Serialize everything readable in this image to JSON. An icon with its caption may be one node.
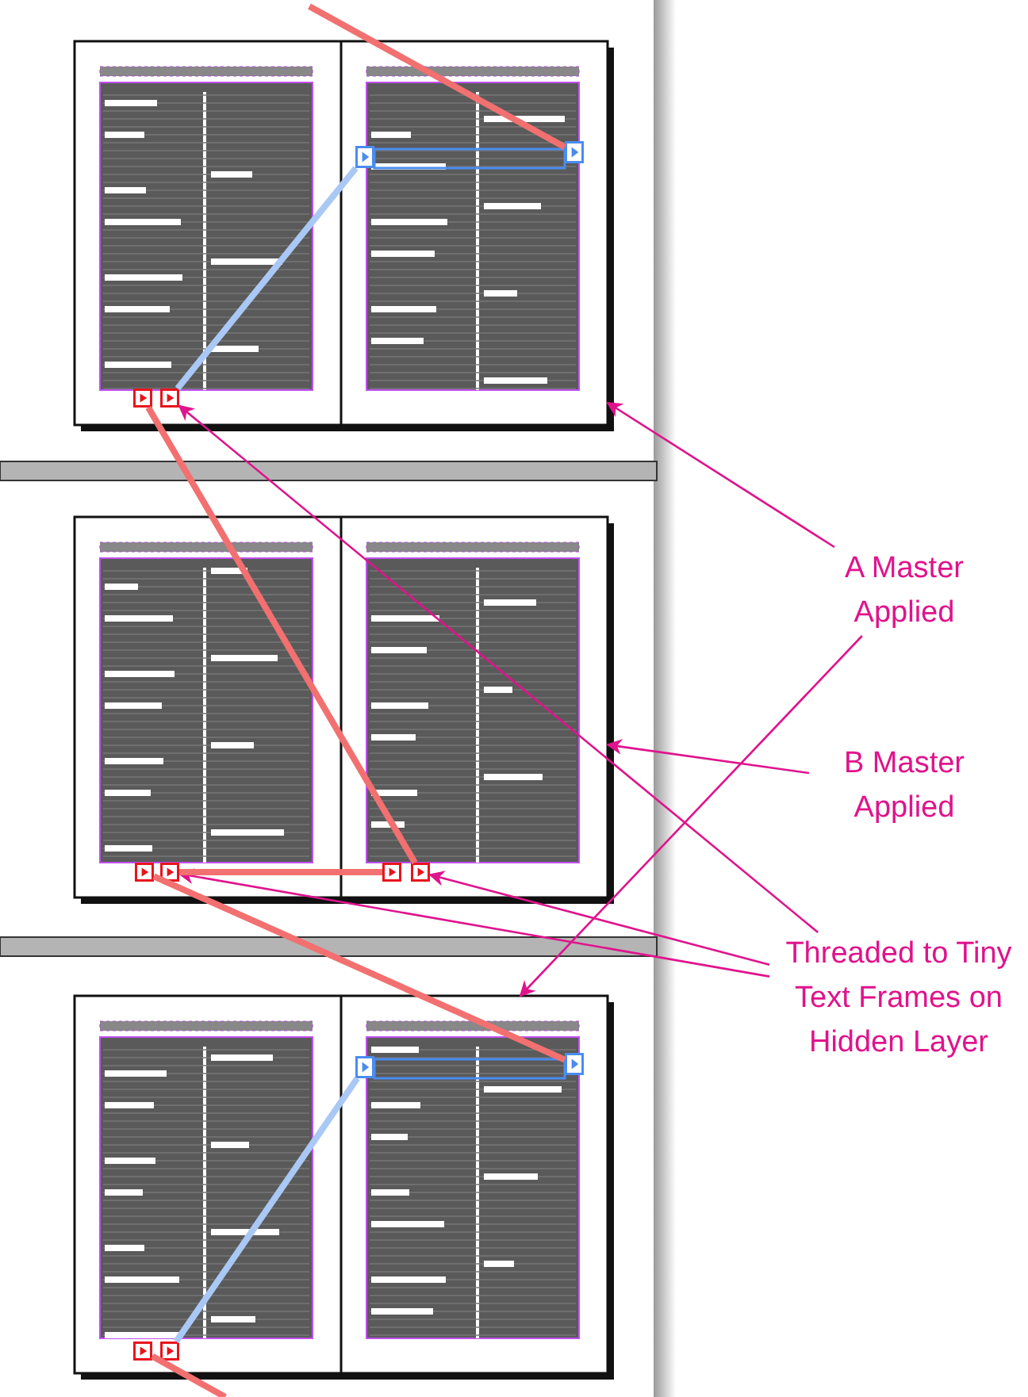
{
  "diagram": {
    "nodes": [
      {
        "text": [],
        "shape": "picture"
      },
      {
        "text": [],
        "shape": "box",
        "in": 0
      },
      {
        "text": [],
        "shape": "box",
        "in": 0
      },
      {
        "text": [],
        "shape": "box",
        "in": 0
      },
      {
        "text": [],
        "shape": "box",
        "in": 0
      },
      {
        "text": [],
        "shape": "picture"
      },
      {
        "text": [],
        "shape": "box",
        "in": 5
      },
      {
        "text": [],
        "shape": "box",
        "in": 5
      },
      {
        "text": [],
        "shape": "box",
        "in": 5
      },
      {
        "text": [],
        "shape": "box",
        "in": 5
      },
      {
        "text": [],
        "shape": "picture"
      },
      {
        "text": [],
        "shape": "box",
        "in": 10
      },
      {
        "text": [],
        "shape": "box",
        "in": 10
      },
      {
        "text": [],
        "shape": "box",
        "in": 10
      },
      {
        "text": [],
        "shape": "box",
        "in": 10
      },
      {
        "text": [
          "A Master Applied"
        ]
      },
      {
        "text": [
          "B Master Applied"
        ]
      },
      {
        "text": [
          "Threaded to Tiny Text Frames on Hidden Layer"
        ]
      }
    ],
    "edges": [
      {
        "from": 15,
        "to": 0,
        "arrow": "to"
      },
      {
        "from": 15,
        "to": 10,
        "arrow": "to"
      },
      {
        "from": 16,
        "to": 5,
        "arrow": "to"
      },
      {
        "from": 17,
        "to": 2,
        "arrow": "to"
      },
      {
        "from": 17,
        "to": 7,
        "arrow": "to"
      },
      {
        "from": 17,
        "to": 9,
        "arrow": "to"
      },
      {
        "from": null,
        "to": 4,
        "arrow": "none",
        "color": "#f27070"
      },
      {
        "from": 2,
        "to": 3,
        "arrow": "none",
        "color": "#a9c8f5"
      },
      {
        "from": 1,
        "to": 9,
        "arrow": "none",
        "color": "#f27070"
      },
      {
        "from": 7,
        "to": 8,
        "arrow": "none",
        "color": "#f27070"
      },
      {
        "from": 6,
        "to": 12,
        "arrow": "none",
        "color": "#f27070"
      },
      {
        "from": 14,
        "to": 11,
        "arrow": "none",
        "color": "#a9c8f5"
      },
      {
        "from": 13,
        "to": null,
        "arrow": "none",
        "color": "#f27070"
      }
    ]
  }
}
